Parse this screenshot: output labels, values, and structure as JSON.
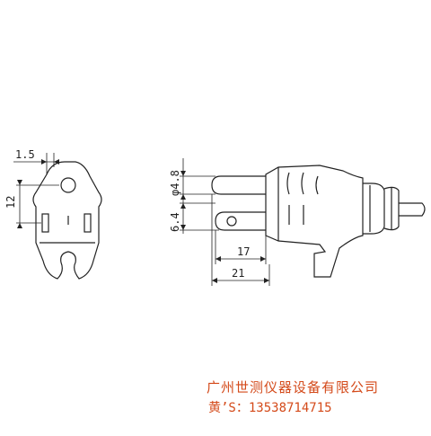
{
  "dimensions": {
    "front_hole_offset": "1.5",
    "front_height": "12",
    "side_pin_diameter": "φ4.8",
    "side_pin_spacing": "6.4",
    "side_pin_length": "17",
    "side_total_length": "21"
  },
  "watermark": {
    "company": "广州世测仪器设备有限公司",
    "contact": "黄’S：13538714715"
  },
  "colors": {
    "line": "#222222",
    "watermark": "#d44a1a"
  }
}
